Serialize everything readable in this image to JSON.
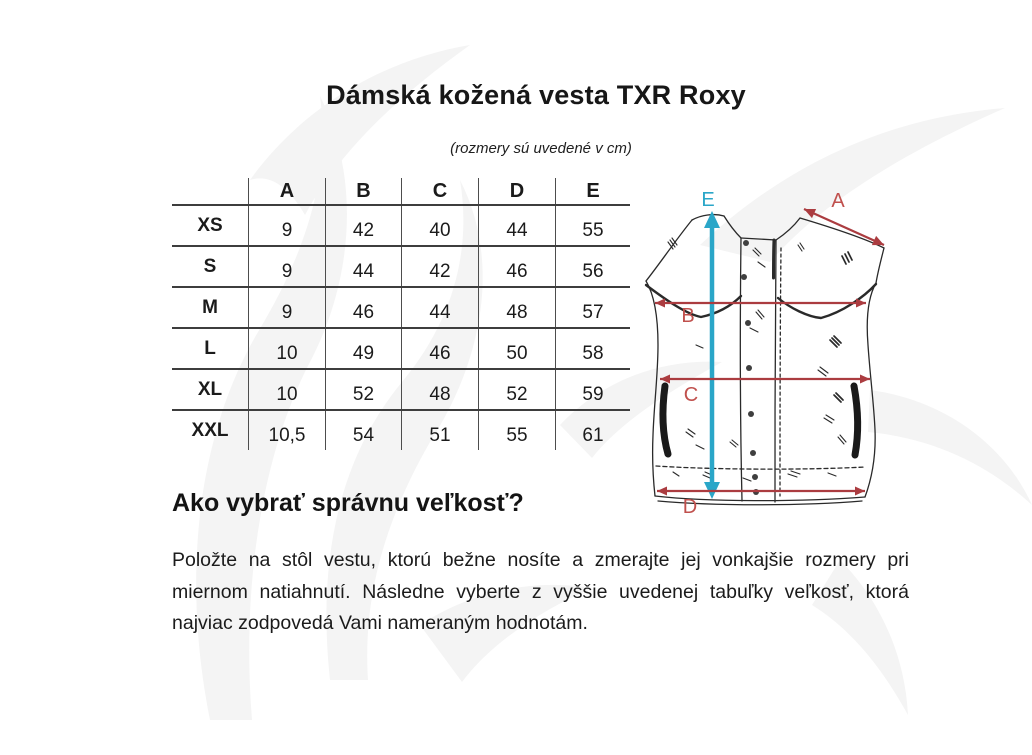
{
  "page": {
    "title": "Dámská kožená vesta TXR Roxy",
    "subtitle": "(rozmery sú uvedené v cm)"
  },
  "size_table": {
    "columns": [
      "A",
      "B",
      "C",
      "D",
      "E"
    ],
    "rows": [
      {
        "size": "XS",
        "values": [
          "9",
          "42",
          "40",
          "44",
          "55"
        ]
      },
      {
        "size": "S",
        "values": [
          "9",
          "44",
          "42",
          "46",
          "56"
        ]
      },
      {
        "size": "M",
        "values": [
          "9",
          "46",
          "44",
          "48",
          "57"
        ]
      },
      {
        "size": "L",
        "values": [
          "10",
          "49",
          "46",
          "50",
          "58"
        ]
      },
      {
        "size": "XL",
        "values": [
          "10",
          "52",
          "48",
          "52",
          "59"
        ]
      },
      {
        "size": "XXL",
        "values": [
          "10,5",
          "54",
          "51",
          "55",
          "61"
        ]
      }
    ]
  },
  "diagram": {
    "labels": {
      "A": "A",
      "B": "B",
      "C": "C",
      "D": "D",
      "E": "E"
    },
    "red": "#ab3c40",
    "red_label": "#c0504d",
    "teal": "#2aa6c8",
    "sketch": "#2a2a2a"
  },
  "guide": {
    "heading": "Ako vybrať správnu veľkosť?",
    "body": "Položte na stôl vestu, ktorú bežne nosíte a zmerajte jej vonkajšie rozmery pri miernom natiahnutí. Následne vyberte z vyššie uvedenej tabuľky veľkosť, ktorá najviac zodpovedá Vami nameraným hodnotám."
  }
}
